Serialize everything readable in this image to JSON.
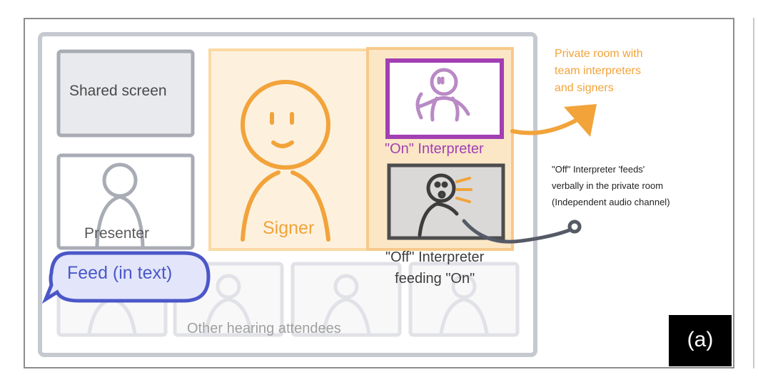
{
  "labels": {
    "shared_screen": "Shared screen",
    "presenter": "Presenter",
    "signer": "Signer",
    "on_interpreter": "\"On\" Interpreter",
    "off_interpreter": "\"Off\" Interpreter\nfeeding \"On\"",
    "private_room": "Private room with\nteam interpreters\nand signers",
    "off_feed_note": "\"Off\" Interpreter 'feeds'\nverbally in the private room\n(Independent audio channel)",
    "feed_in_text": "Feed (in text)",
    "other_attendees": "Other hearing attendees",
    "panel_tag": "(a)"
  },
  "colors": {
    "signer_orange": "#f2a33a",
    "on_interpreter_purple": "#a23fb3",
    "feed_blue": "#4b57c8",
    "tile_gray": "#a9acb5",
    "faded_gray": "#c9ccd4"
  },
  "icons": {
    "chat_bubble": "speech-bubble-icon",
    "arrow": "curved-arrow-icon"
  }
}
